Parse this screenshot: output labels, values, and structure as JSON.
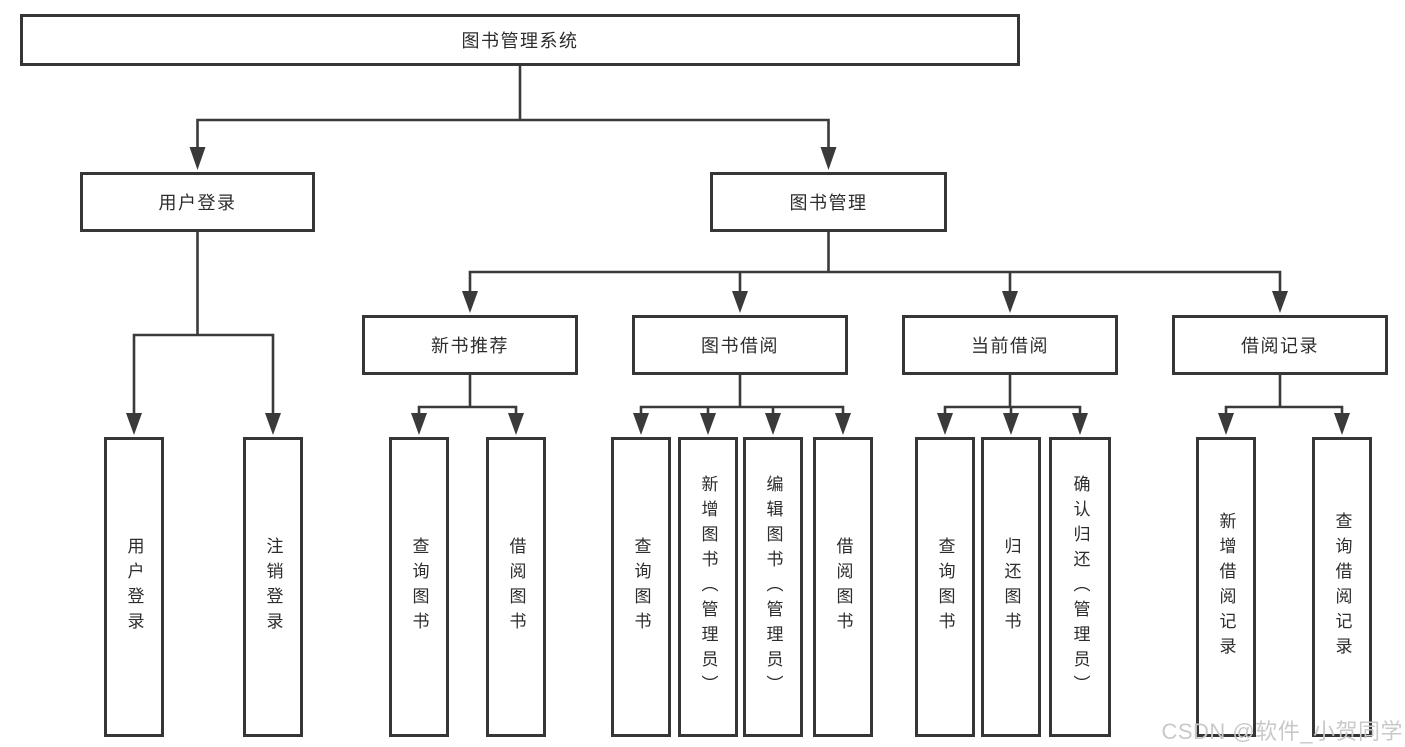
{
  "diagram": {
    "root": {
      "label": "图书管理系统"
    },
    "level2": [
      {
        "label": "用户登录"
      },
      {
        "label": "图书管理"
      }
    ],
    "level3": [
      {
        "label": "新书推荐"
      },
      {
        "label": "图书借阅"
      },
      {
        "label": "当前借阅"
      },
      {
        "label": "借阅记录"
      }
    ],
    "leaves": {
      "user_login": [
        "用户登录",
        "注销登录"
      ],
      "new_books": [
        "查询图书",
        "借阅图书"
      ],
      "book_borrow": [
        "查询图书",
        "新增图书（管理员）",
        "编辑图书（管理员）",
        "借阅图书"
      ],
      "current_borrow": [
        "查询图书",
        "归还图书",
        "确认归还（管理员）"
      ],
      "borrow_records": [
        "新增借阅记录",
        "查询借阅记录"
      ]
    },
    "colors": {
      "line": "#3a3a3a",
      "border": "#363636",
      "box_fill": "#ffffff",
      "watermark": "#c9c9c9"
    },
    "watermark": "CSDN @软件_小贺同学"
  }
}
